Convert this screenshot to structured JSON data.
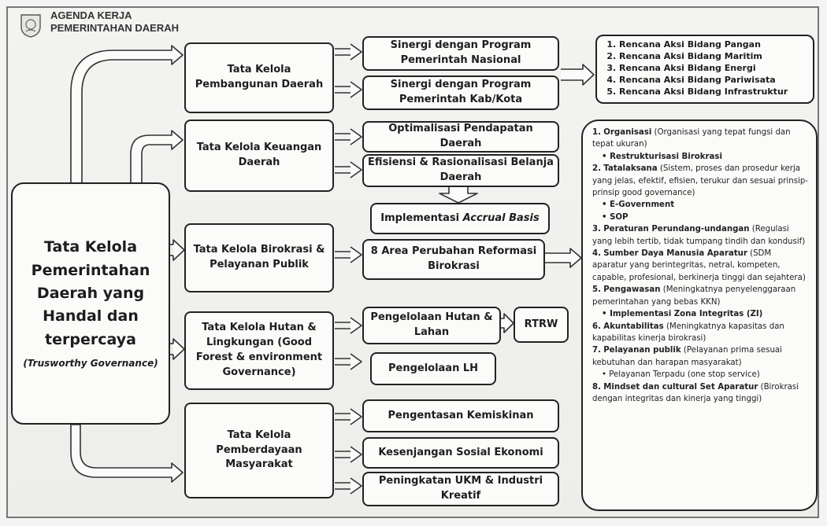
{
  "header": {
    "line1": "AGENDA KERJA",
    "line2": "PEMERINTAHAN DAERAH"
  },
  "center": {
    "title": "Tata Kelola Pemerintahan Daerah yang Handal dan terpercaya",
    "subtitle": "(Trusworthy Governance)"
  },
  "level1": [
    {
      "label": "Tata Kelola Pembangunan Daerah"
    },
    {
      "label": "Tata Kelola Keuangan Daerah"
    },
    {
      "label": "Tata Kelola  Birokrasi & Pelayanan Publik"
    },
    {
      "label": "Tata Kelola  Hutan & Lingkungan (Good Forest & environment Governance)"
    },
    {
      "label": "Tata Kelola Pemberdayaan Masyarakat"
    }
  ],
  "level2": {
    "sinergi_nasional": "Sinergi dengan Program Pemerintah Nasional",
    "sinergi_kab": "Sinergi dengan Program Pemerintah Kab/Kota",
    "optimalisasi": "Optimalisasi Pendapatan Daerah",
    "efisiensi": "Efisiensi & Rasionalisasi Belanja Daerah",
    "accrual_prefix": "Implementasi ",
    "accrual_italic": "Accrual Basis",
    "reformasi": "8 Area Perubahan Reformasi Birokrasi",
    "hutan_lahan": "Pengelolaan Hutan & Lahan",
    "rtrw": "RTRW",
    "lh": "Pengelolaan LH",
    "kemiskinan": "Pengentasan Kemiskinan",
    "kesenjangan": "Kesenjangan Sosial Ekonomi",
    "ukm": "Peningkatan UKM & Industri Kreatif"
  },
  "rencana": [
    "Rencana  Aksi Bidang Pangan",
    "Rencana  Aksi Bidang Maritim",
    "Rencana  Aksi Bidang Energi",
    "Rencana  Aksi Bidang Pariwisata",
    "Rencana  Aksi Bidang Infrastruktur"
  ],
  "areas": [
    {
      "num": "1.",
      "title": "Organisasi",
      "desc": " (Organisasi yang tepat fungsi dan tepat ukuran)",
      "subs": [
        "Restrukturisasi Birokrasi"
      ],
      "subs_bold": true
    },
    {
      "num": "2.",
      "title": "Tatalaksana",
      "desc": " (Sistem, proses dan prosedur kerja yang jelas, efektif, efisien, terukur dan sesuai prinsip-prinsip good governance)",
      "subs": [
        "E-Government",
        "SOP"
      ],
      "subs_bold": true
    },
    {
      "num": "3.",
      "title": "Peraturan Perundang-undangan",
      "desc": " (Regulasi yang lebih tertib, tidak tumpang tindih dan kondusif)",
      "subs": [],
      "subs_bold": true
    },
    {
      "num": "4.",
      "title": "Sumber Daya Manusia Aparatur",
      "desc": " (SDM aparatur yang berintegritas, netral, kompeten, capable, profesional, berkinerja tinggi dan sejahtera)",
      "subs": [],
      "subs_bold": true
    },
    {
      "num": "5.",
      "title": "Pengawasan",
      "desc": " (Meningkatnya penyelenggaraan pemerintahan yang bebas KKN)",
      "subs": [
        "Implementasi Zona Integritas (ZI)"
      ],
      "subs_bold": true
    },
    {
      "num": "6.",
      "title": "Akuntabilitas",
      "desc": " (Meningkatnya kapasitas dan kapabilitas kinerja birokrasi)",
      "subs": [],
      "subs_bold": true
    },
    {
      "num": "7.",
      "title": "Pelayanan publik",
      "desc": " (Pelayanan prima sesuai kebutuhan dan harapan masyarakat)",
      "subs": [
        "Pelayanan Terpadu (one stop service)"
      ],
      "subs_bold": false
    },
    {
      "num": "8.",
      "title": "Mindset dan cultural Set Aparatur",
      "desc": " (Birokrasi dengan integritas dan kinerja yang tinggi)",
      "subs": [],
      "subs_bold": true
    }
  ]
}
